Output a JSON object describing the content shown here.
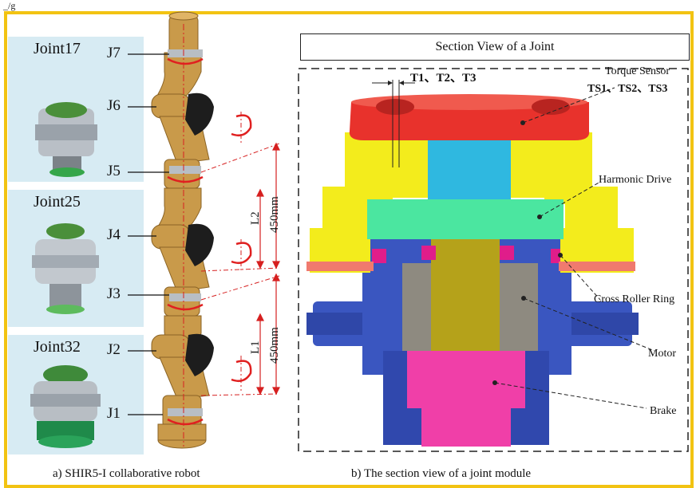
{
  "corner_mark": "_/g",
  "panels": [
    {
      "label": "Joint17"
    },
    {
      "label": "Joint25"
    },
    {
      "label": "Joint32"
    }
  ],
  "joints": [
    "J7",
    "J6",
    "J5",
    "J4",
    "J3",
    "J2",
    "J1"
  ],
  "dimensions": {
    "upper": {
      "name": "L2",
      "value": "450mm"
    },
    "lower": {
      "name": "L1",
      "value": "450mm"
    }
  },
  "section": {
    "title": "Section View of a Joint",
    "tolerance_label": "T1、T2、T3",
    "annotations": {
      "torque_sensor": "Torque Sensor",
      "torque_sensor_ids": "TS1、TS2、TS3",
      "harmonic_drive": "Harmonic Drive",
      "cross_roller_ring": "Cross Roller Ring",
      "motor": "Motor",
      "brake": "Brake"
    }
  },
  "captions": {
    "left": "a) SHIR5-I collaborative robot",
    "right": "b) The section view of a joint module"
  },
  "colors": {
    "frame": "#f2c312",
    "panel_bg": "#d7ebf3",
    "robot_gold": "#c99a4a",
    "torque_sensor": "#e8322c",
    "harmonic_drive_top": "#f3ec1c",
    "harmonic_drive": "#4be6a0",
    "shaft": "#2fb8e0",
    "motor_housing": "#3a56c0",
    "brake": "#f03fa8",
    "rotor": "#b5a21a"
  }
}
